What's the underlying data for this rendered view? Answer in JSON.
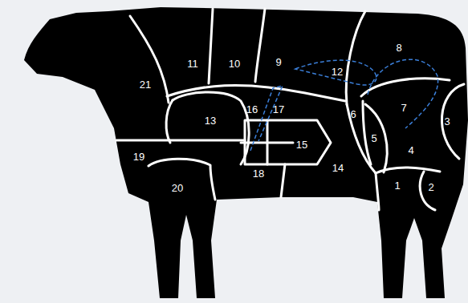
{
  "diagram": {
    "labels": [
      "8",
      "21",
      "11",
      "10",
      "9",
      "12",
      "13",
      "16",
      "17",
      "6",
      "7",
      "3",
      "5",
      "4",
      "15",
      "14",
      "19",
      "18",
      "20",
      "1",
      "2"
    ]
  }
}
